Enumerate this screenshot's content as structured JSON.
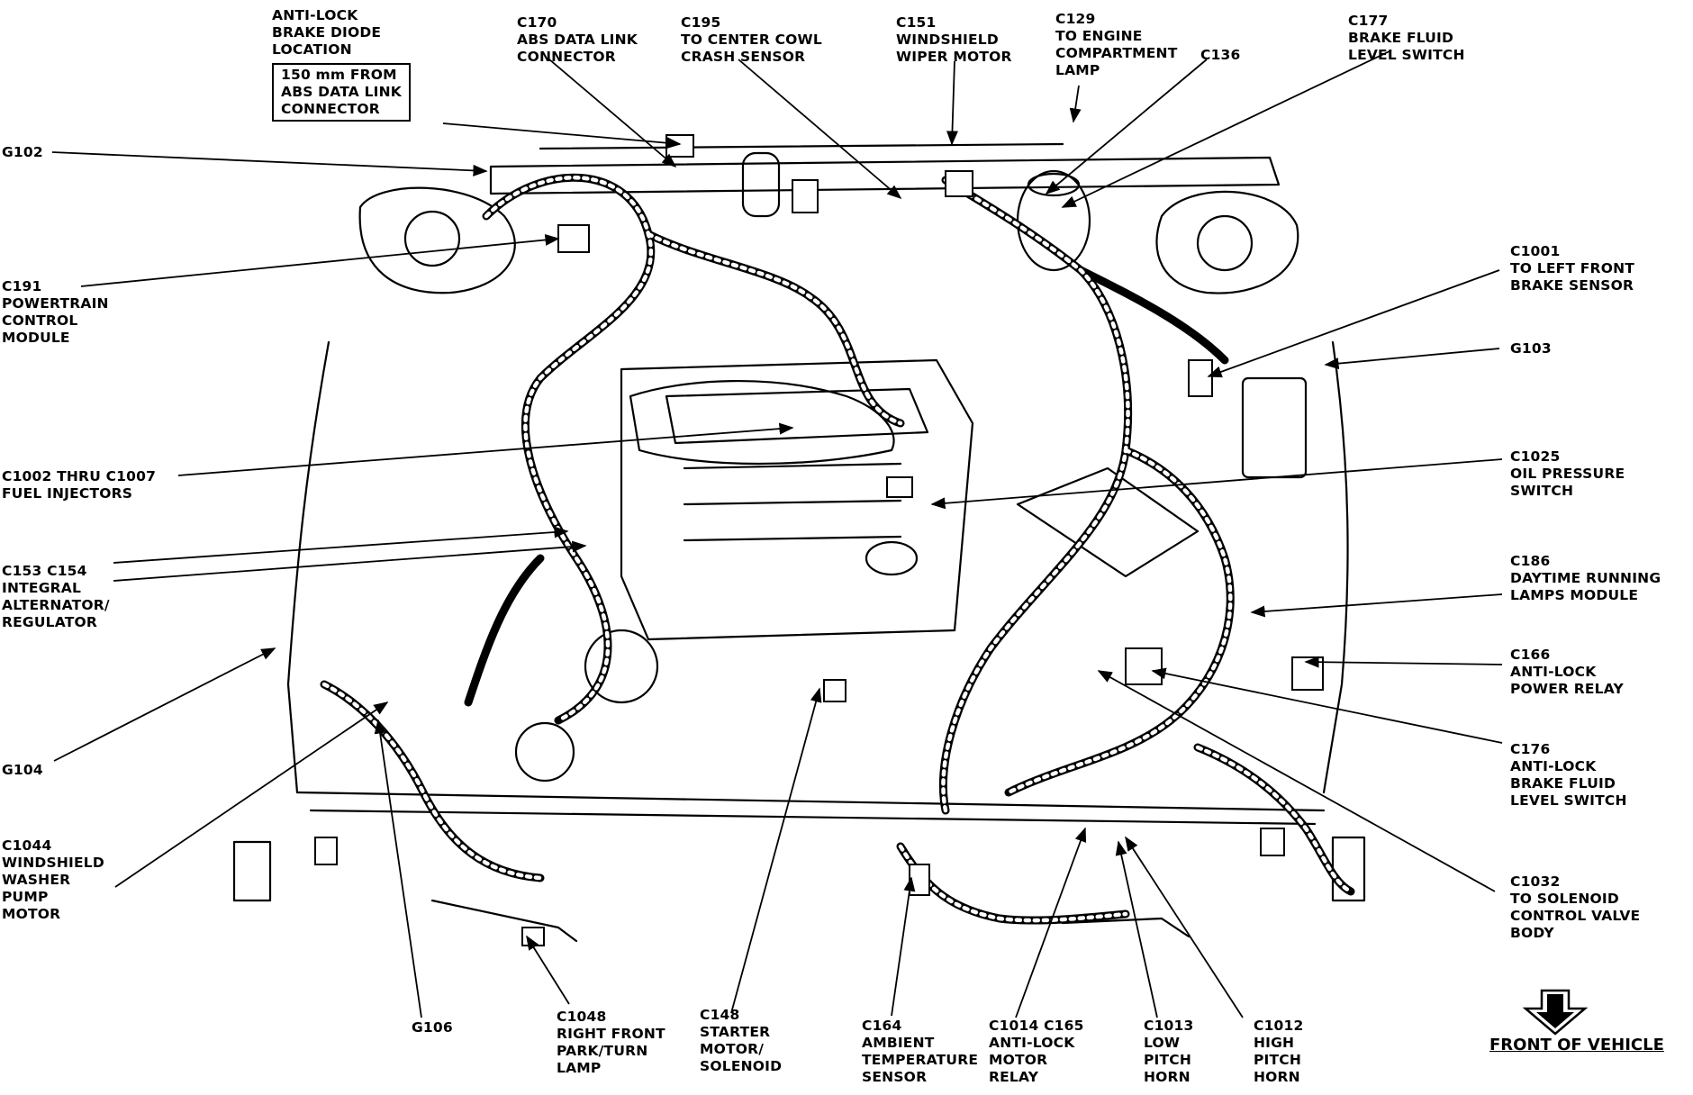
{
  "labels": {
    "abs_diode": [
      "ANTI-LOCK",
      "BRAKE DIODE",
      "LOCATION"
    ],
    "abs_diode_box": [
      "150 mm FROM",
      "ABS DATA LINK",
      "CONNECTOR"
    ],
    "c170": [
      "C170",
      "ABS DATA LINK",
      "CONNECTOR"
    ],
    "c195": [
      "C195",
      "TO CENTER COWL",
      "CRASH SENSOR"
    ],
    "c151": [
      "C151",
      "WINDSHIELD",
      "WIPER MOTOR"
    ],
    "c129": [
      "C129",
      "TO ENGINE",
      "COMPARTMENT",
      "LAMP"
    ],
    "c136": [
      "C136"
    ],
    "c177": [
      "C177",
      "BRAKE FLUID",
      "LEVEL SWITCH"
    ],
    "g102": [
      "G102"
    ],
    "c191": [
      "C191",
      "POWERTRAIN",
      "CONTROL",
      "MODULE"
    ],
    "c1001": [
      "C1001",
      "TO LEFT FRONT",
      "BRAKE SENSOR"
    ],
    "g103": [
      "G103"
    ],
    "c1002": [
      "C1002 THRU C1007",
      "FUEL INJECTORS"
    ],
    "c1025": [
      "C1025",
      "OIL PRESSURE",
      "SWITCH"
    ],
    "c153": [
      "C153 C154",
      "INTEGRAL",
      "ALTERNATOR/",
      "REGULATOR"
    ],
    "c186": [
      "C186",
      "DAYTIME RUNNING",
      "LAMPS MODULE"
    ],
    "c166": [
      "C166",
      "ANTI-LOCK",
      "POWER RELAY"
    ],
    "g104": [
      "G104"
    ],
    "c176": [
      "C176",
      "ANTI-LOCK",
      "BRAKE FLUID",
      "LEVEL SWITCH"
    ],
    "c1044": [
      "C1044",
      "WINDSHIELD",
      "WASHER",
      "PUMP",
      "MOTOR"
    ],
    "c1032": [
      "C1032",
      "TO SOLENOID",
      "CONTROL VALVE",
      "BODY"
    ],
    "g106": [
      "G106"
    ],
    "c1048": [
      "C1048",
      "RIGHT FRONT",
      "PARK/TURN",
      "LAMP"
    ],
    "c148": [
      "C148",
      "STARTER",
      "MOTOR/",
      "SOLENOID"
    ],
    "c164": [
      "C164",
      "AMBIENT",
      "TEMPERATURE",
      "SENSOR"
    ],
    "c1014": [
      "C1014 C165",
      "ANTI-LOCK",
      "MOTOR",
      "RELAY"
    ],
    "c1013": [
      "C1013",
      "LOW",
      "PITCH",
      "HORN"
    ],
    "c1012": [
      "C1012",
      "HIGH",
      "PITCH",
      "HORN"
    ]
  },
  "front_label": "FRONT OF VEHICLE",
  "icons": [
    "front-arrow-icon"
  ],
  "colors": {
    "ink": "#000000",
    "paper": "#ffffff"
  }
}
